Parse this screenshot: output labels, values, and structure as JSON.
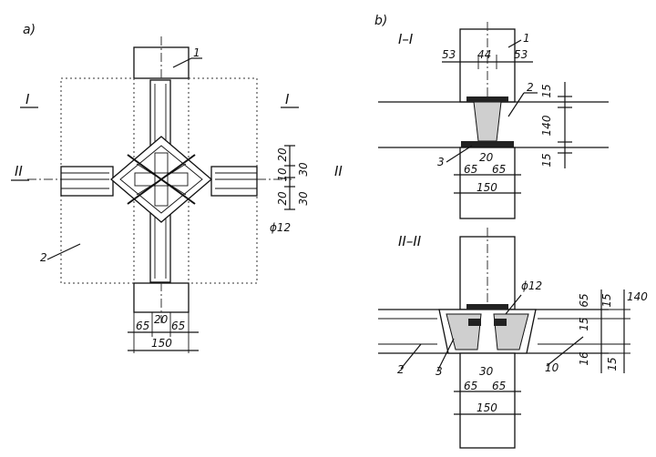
{
  "panel_a": {
    "tag": "a)",
    "section_mark_1": "I",
    "section_mark_2": "II",
    "callout_1": "1",
    "callout_2": "2",
    "dim_bottom_1": "65",
    "dim_bottom_2": "20",
    "dim_bottom_3": "65",
    "dim_bottom_total": "150",
    "dim_right_1": "20",
    "dim_right_2": "10",
    "dim_right_3": "30",
    "dim_right_4": "20",
    "dim_right_5": "30",
    "rebar": "ϕ12"
  },
  "panel_b_top": {
    "tag": "b)",
    "title": "I–I",
    "callout_1": "1",
    "callout_2": "2",
    "callout_3": "3",
    "dim_top_1": "53",
    "dim_top_2": "44",
    "dim_top_3": "53",
    "dim_right_1": "15",
    "dim_right_2": "140",
    "dim_right_3": "15",
    "dim_gap": "20",
    "dim_bottom_1": "65",
    "dim_bottom_2": "65",
    "dim_bottom_total": "150"
  },
  "panel_b_bottom": {
    "title": "II–II",
    "rebar": "ϕ12",
    "callout_2": "2",
    "callout_3": "3",
    "callout_10": "10",
    "dim_gap": "30",
    "dim_bottom_1": "65",
    "dim_bottom_2": "65",
    "dim_bottom_total": "150",
    "dim_right_1": "65",
    "dim_right_2": "15",
    "dim_right_3": "15",
    "dim_right_4": "16",
    "dim_right_5": "15",
    "dim_right_6": "140"
  }
}
